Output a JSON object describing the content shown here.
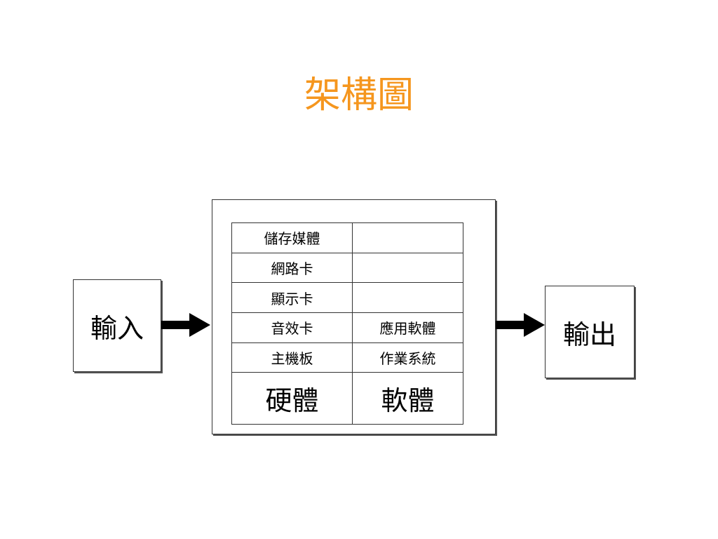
{
  "title": "架構圖",
  "input_label": "輸入",
  "output_label": "輸出",
  "stack": {
    "rows": [
      {
        "hardware": "儲存媒體",
        "software": ""
      },
      {
        "hardware": "網路卡",
        "software": ""
      },
      {
        "hardware": "顯示卡",
        "software": ""
      },
      {
        "hardware": "音效卡",
        "software": "應用軟體"
      },
      {
        "hardware": "主機板",
        "software": "作業系統"
      }
    ],
    "hardware_label": "硬體",
    "software_label": "軟體"
  }
}
